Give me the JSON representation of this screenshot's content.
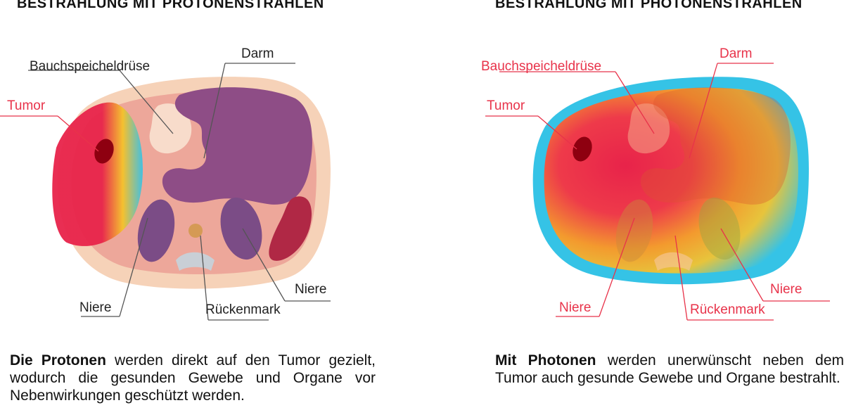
{
  "proton_panel": {
    "title": "BESTRAHLUNG MIT PROTONENSTRAHLEN",
    "labels": {
      "pancreas": "Bauchspeicheldrüse",
      "intestine": "Darm",
      "tumor": "Tumor",
      "kidney_left": "Niere",
      "kidney_right": "Niere",
      "spinal_cord": "Rückenmark"
    },
    "caption_bold": "Die Protonen",
    "caption_rest": " werden direkt auf den Tumor gezielt, wodurch die gesunden Gewebe und Organe vor Nebenwirkungen geschützt werden."
  },
  "photon_panel": {
    "title": "BESTRAHLUNG MIT PHOTONENSTRAHLEN",
    "labels": {
      "pancreas": "Bauchspeicheldrüse",
      "intestine": "Darm",
      "tumor": "Tumor",
      "kidney_left": "Niere",
      "kidney_right": "Niere",
      "spinal_cord": "Rückenmark"
    },
    "caption_bold": "Mit Photonen",
    "caption_rest": " werden unerwünscht neben dem Tumor auch gesunde Gewebe und Organe bestrahlt."
  },
  "colors": {
    "skin": "#f6d2b8",
    "tissue": "#eda79a",
    "intestine": "#8e4d86",
    "kidney": "#7b4c86",
    "tumor_core": "#8e0010",
    "dose_high": "#e8234a",
    "dose_mid": "#f5b324",
    "dose_low": "#33c3e6",
    "label_red": "#e8334a"
  }
}
